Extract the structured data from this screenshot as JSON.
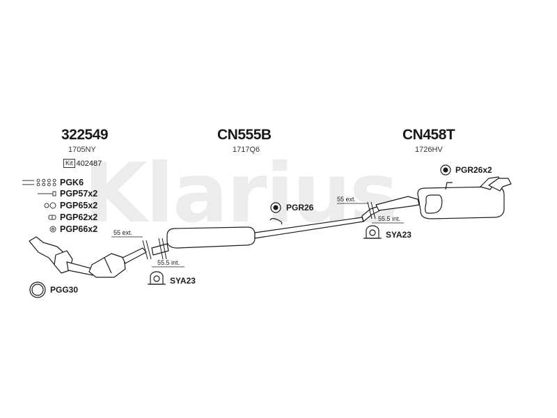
{
  "watermark": "Klarius",
  "sections": [
    {
      "part_number": "322549",
      "sub_number": "1705NY"
    },
    {
      "part_number": "CN555B",
      "sub_number": "1717Q6"
    },
    {
      "part_number": "CN458T",
      "sub_number": "1726HV"
    }
  ],
  "kit": {
    "tag": "Kit",
    "number": "402487"
  },
  "accessories": [
    {
      "label": "PGK6",
      "icon": "bolt-set-icon"
    },
    {
      "label": "PGP57x2",
      "icon": "bolt-icon"
    },
    {
      "label": "PGP65x2",
      "icon": "washer-pair-icon"
    },
    {
      "label": "PGP62x2",
      "icon": "nut-icon"
    },
    {
      "label": "PGP66x2",
      "icon": "spring-icon"
    }
  ],
  "fittings": {
    "pgg30": "PGG30",
    "sya23_left": "SYA23",
    "pgr26": "PGR26",
    "sya23_right": "SYA23",
    "pgr26x2": "PGR26x2"
  },
  "dimensions": {
    "left_ext": "55 ext.",
    "left_int": "55.5 int.",
    "right_ext": "55 ext.",
    "right_int": "55.5 int."
  },
  "colors": {
    "line": "#1a1a1a",
    "fill": "#ffffff",
    "watermark": "#000000"
  }
}
